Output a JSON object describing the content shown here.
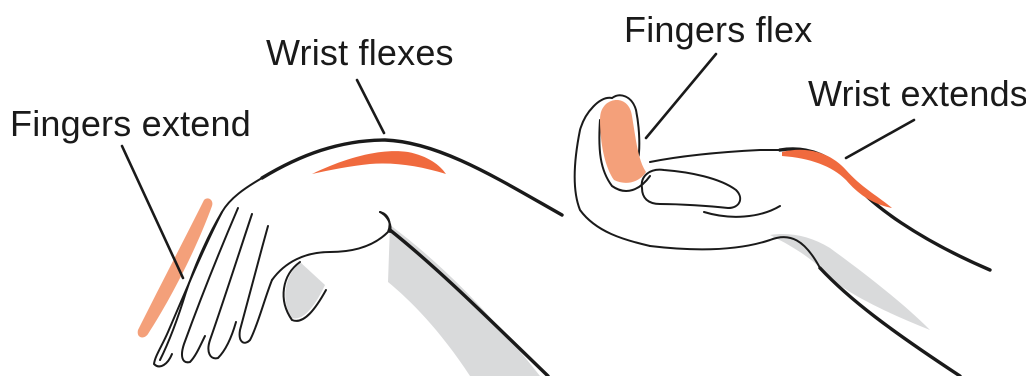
{
  "labels": {
    "fingers_extend": "Fingers extend",
    "wrist_flexes": "Wrist flexes",
    "fingers_flex": "Fingers flex",
    "wrist_extends": "Wrist extends"
  },
  "colors": {
    "text": "#1a1a1a",
    "outline": "#1a1a1a",
    "muscle_highlight": "#f06a3e",
    "muscle_soft": "#f4a07a",
    "skin_shadow": "#d9dadb",
    "background": "#ffffff"
  }
}
